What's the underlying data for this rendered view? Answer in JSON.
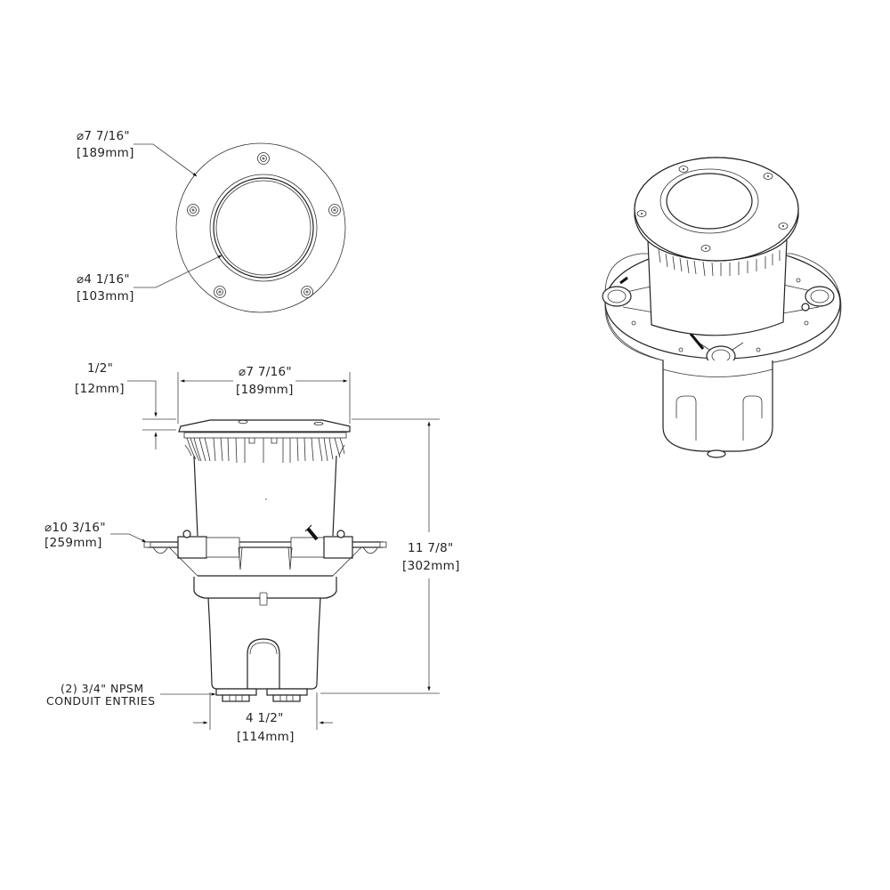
{
  "drawing": {
    "top_view": {
      "outer_diameter": {
        "inch": "⌀7 7/16\"",
        "mm": "[189mm]"
      },
      "lens_diameter": {
        "inch": "⌀4 1/16\"",
        "mm": "[103mm]"
      }
    },
    "side_view": {
      "trim_thickness": {
        "inch": "1/2\"",
        "mm": "[12mm]"
      },
      "trim_diameter": {
        "inch": "⌀7 7/16\"",
        "mm": "[189mm]"
      },
      "mounting_plate_diameter": {
        "inch": "⌀10 3/16\"",
        "mm": "[259mm]"
      },
      "overall_height": {
        "inch": "11 7/8\"",
        "mm": "[302mm]"
      },
      "conduit_note_line1": "(2) 3/4\" NPSM",
      "conduit_note_line2": "CONDUIT ENTRIES",
      "base_width": {
        "inch": "4 1/2\"",
        "mm": "[114mm]"
      }
    },
    "iso_view": {
      "label": ""
    }
  },
  "colors": {
    "line": "#222222",
    "background": "#ffffff"
  }
}
